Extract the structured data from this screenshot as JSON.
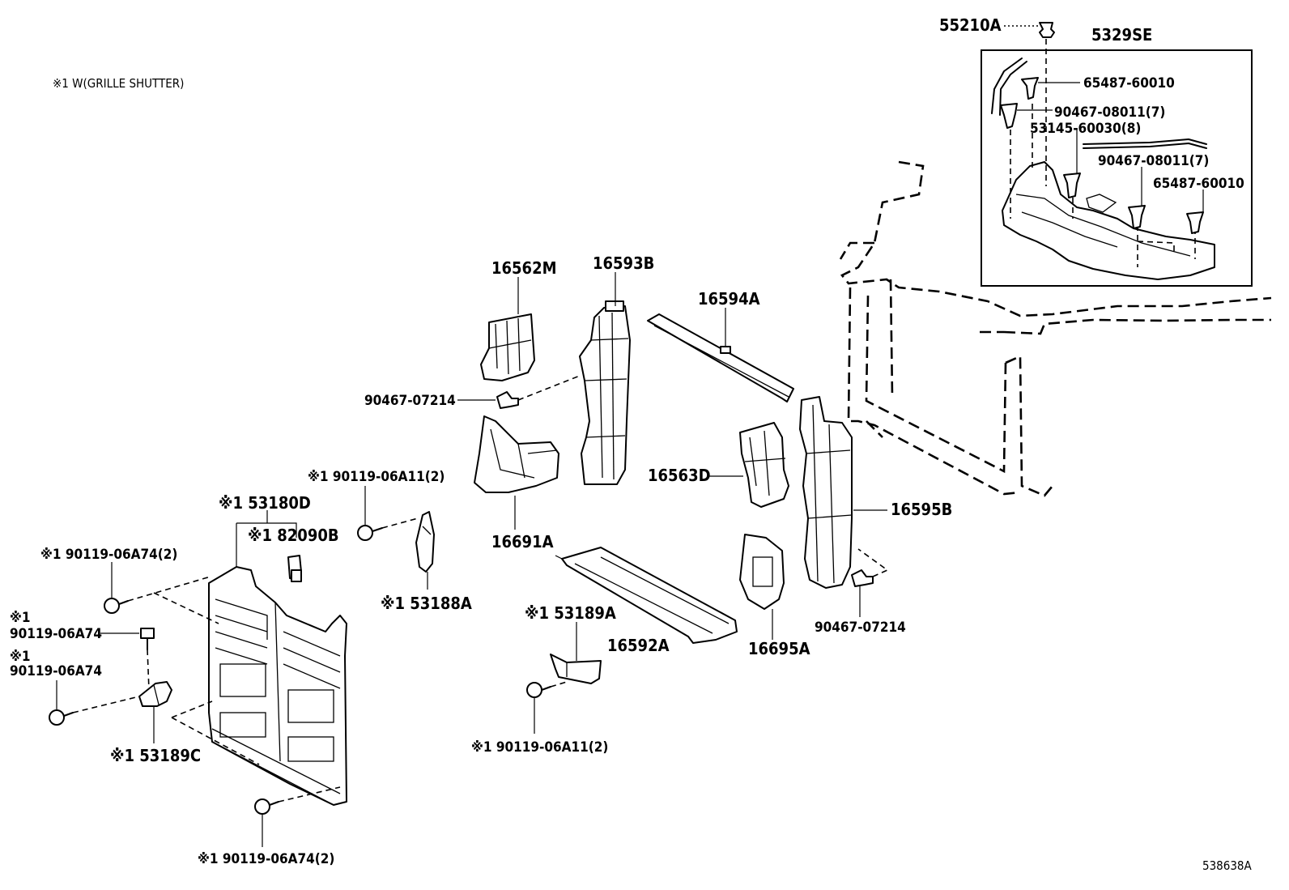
{
  "note": "※1 W(GRILLE SHUTTER)",
  "figure_id": "538638A",
  "labels": {
    "p55210A": "55210A",
    "p5329SE": "5329SE",
    "p65487_top": "65487-60010",
    "p90467_08011_a": "90467-08011(7)",
    "p53145": "53145-60030(8)",
    "p90467_08011_b": "90467-08011(7)",
    "p65487_right": "65487-60010",
    "p16562M": "16562M",
    "p16593B": "16593B",
    "p16594A": "16594A",
    "p90467_07214_a": "90467-07214",
    "p16563D": "16563D",
    "p16595B": "16595B",
    "p16691A": "16691A",
    "p90119_06A11_top": "※1 90119-06A11(2)",
    "p53180D": "※1 53180D",
    "p82090B": "※1 82090B",
    "p53188A": "※1 53188A",
    "p90119_06A74_left": "※1 90119-06A74(2)",
    "p90119_06A74_a_mark": "※1",
    "p90119_06A74_a": "90119-06A74",
    "p90119_06A74_b_mark": "※1",
    "p90119_06A74_b": "90119-06A74",
    "p53189C": "※1 53189C",
    "p90119_06A74_bottom": "※1 90119-06A74(2)",
    "p53189A": "※1 53189A",
    "p16592A": "16592A",
    "p16695A": "16695A",
    "p90467_07214_b": "90467-07214",
    "p90119_06A11_bottom": "※1 90119-06A11(2)"
  }
}
